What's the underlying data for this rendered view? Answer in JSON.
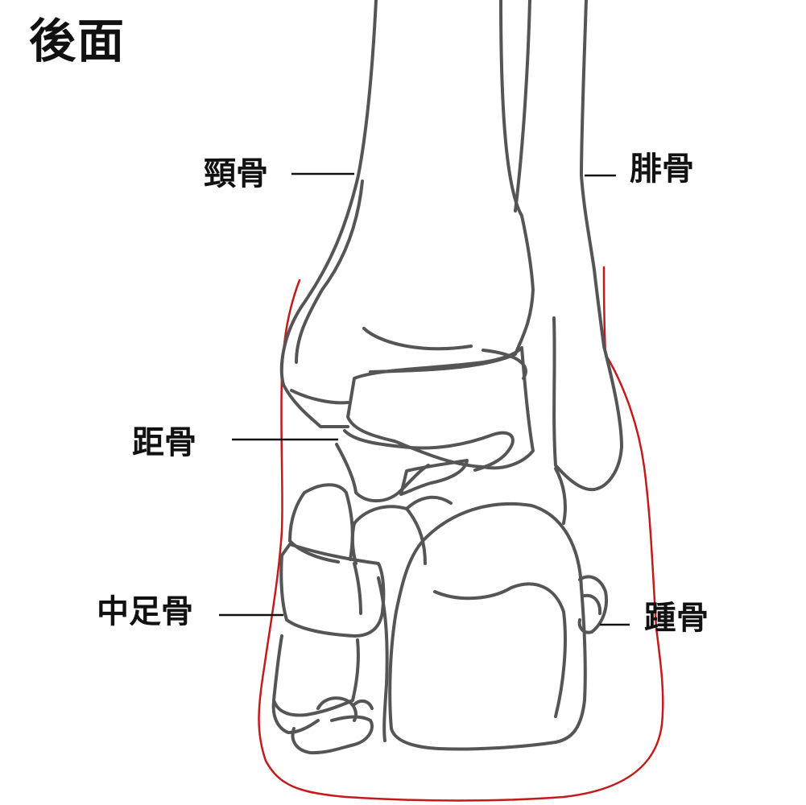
{
  "title": "後面",
  "labels": {
    "tibia": "頸骨",
    "fibula": "腓骨",
    "talus": "距骨",
    "midfoot": "中足骨",
    "calcaneus": "踵骨"
  },
  "colors": {
    "bone_outline": "#555555",
    "skin_outline": "#c41a1a",
    "text": "#111111"
  }
}
